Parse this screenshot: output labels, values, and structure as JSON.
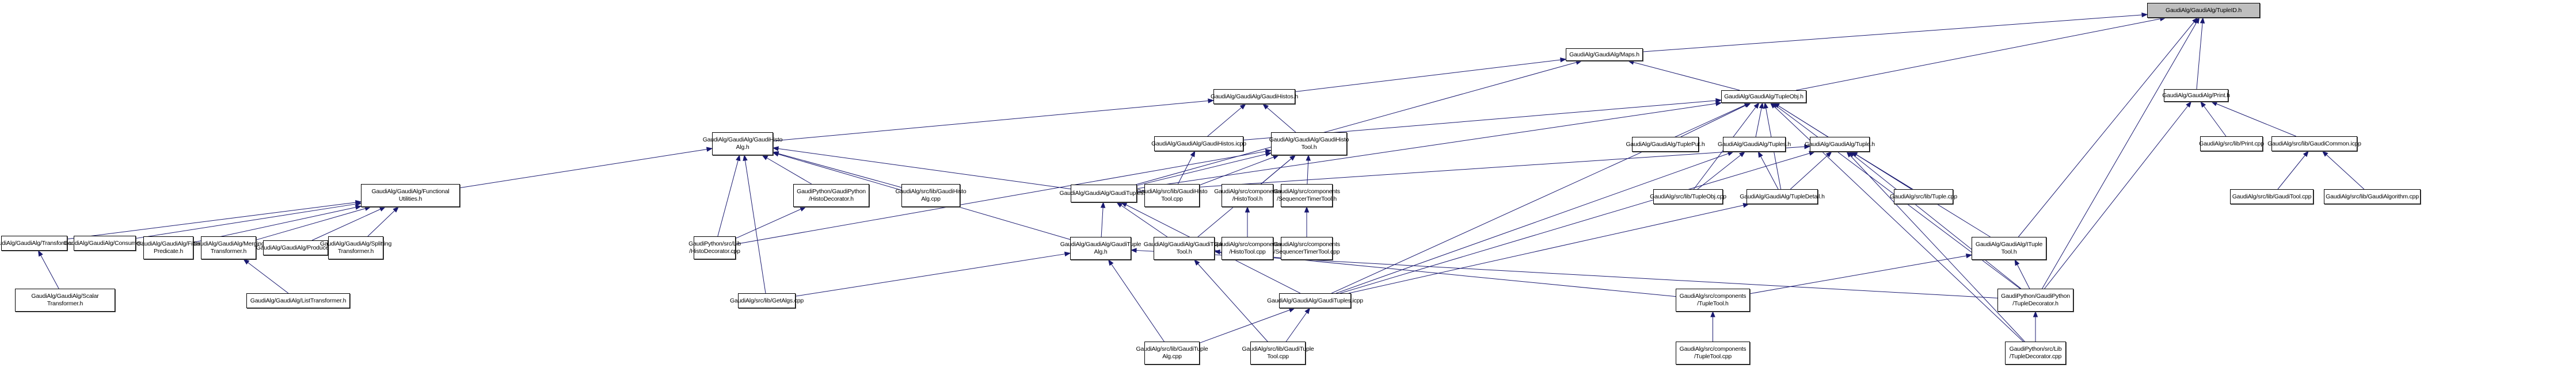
{
  "graph": {
    "title": "GaudiAlg/GaudiAlg/TupleID.h",
    "edge_color": "#191970",
    "root_fill": "#bfbfbf",
    "nodes": [
      {
        "id": "tupleid",
        "label": "GaudiAlg/GaudiAlg/TupleID.h",
        "root": true
      },
      {
        "id": "maps",
        "label": "GaudiAlg/GaudiAlg/Maps.h"
      },
      {
        "id": "tupleobj",
        "label": "GaudiAlg/GaudiAlg/TupleObj.h"
      },
      {
        "id": "print",
        "label": "GaudiAlg/GaudiAlg/Print.h"
      },
      {
        "id": "gaudihistos",
        "label": "GaudiAlg/GaudiAlg/GaudiHistos.h"
      },
      {
        "id": "gaudihistosicpp",
        "label": "GaudiAlg/GaudiAlg/GaudiHistos.icpp"
      },
      {
        "id": "gaudihistotool",
        "label": "GaudiAlg/GaudiAlg/GaudiHisto\nTool.h"
      },
      {
        "id": "gaudihistoalg",
        "label": "GaudiAlg/GaudiAlg/GaudiHisto\nAlg.h"
      },
      {
        "id": "tupleput",
        "label": "GaudiAlg/GaudiAlg/TuplePut.h"
      },
      {
        "id": "tuples",
        "label": "GaudiAlg/GaudiAlg/Tuples.h"
      },
      {
        "id": "tuple",
        "label": "GaudiAlg/GaudiAlg/Tuple.h"
      },
      {
        "id": "printcpp",
        "label": "GaudiAlg/src/lib/Print.cpp"
      },
      {
        "id": "gaudicommon",
        "label": "GaudiAlg/src/lib/GaudiCommon.icpp"
      },
      {
        "id": "functional",
        "label": "GaudiAlg/GaudiAlg/Functional\nUtilities.h"
      },
      {
        "id": "histodecoh",
        "label": "GaudiPython/GaudiPython\n/HistoDecorator.h"
      },
      {
        "id": "gaudihistoalgcpp",
        "label": "GaudiAlg/src/lib/GaudiHisto\nAlg.cpp"
      },
      {
        "id": "gaudituplesh",
        "label": "GaudiAlg/GaudiAlg/GaudiTuples.h"
      },
      {
        "id": "gaudihistotoolcpp",
        "label": "GaudiAlg/src/lib/GaudiHisto\nTool.cpp"
      },
      {
        "id": "histotoolh",
        "label": "GaudiAlg/src/components\n/HistoTool.h"
      },
      {
        "id": "seqtimerh",
        "label": "GaudiAlg/src/components\n/SequencerTimerTool.h"
      },
      {
        "id": "tupleobjcpp",
        "label": "GaudiAlg/src/lib/TupleObj.cpp"
      },
      {
        "id": "tupledetail",
        "label": "GaudiAlg/GaudiAlg/TupleDetail.h"
      },
      {
        "id": "tuplecpp",
        "label": "GaudiAlg/src/lib/Tuple.cpp"
      },
      {
        "id": "gauditoolcpp",
        "label": "GaudiAlg/src/lib/GaudiTool.cpp"
      },
      {
        "id": "gaudialgcpp",
        "label": "GaudiAlg/src/lib/GaudiAlgorithm.cpp"
      },
      {
        "id": "transformer",
        "label": "GaudiAlg/GaudiAlg/Transformer.h"
      },
      {
        "id": "consumer",
        "label": "GaudiAlg/GaudiAlg/Consumer.h"
      },
      {
        "id": "filterpred",
        "label": "GaudiAlg/GaudiAlg/Filter\nPredicate.h"
      },
      {
        "id": "merging",
        "label": "GaudiAlg/GaudiAlg/Merging\nTransformer.h"
      },
      {
        "id": "producer",
        "label": "GaudiAlg/GaudiAlg/Producer.h"
      },
      {
        "id": "splitting",
        "label": "GaudiAlg/GaudiAlg/Splitting\nTransformer.h"
      },
      {
        "id": "histodecocpp",
        "label": "GaudiPython/src/Lib\n/HistoDecorator.cpp"
      },
      {
        "id": "gaudituplealg",
        "label": "GaudiAlg/GaudiAlg/GaudiTuple\nAlg.h"
      },
      {
        "id": "gauditupletool",
        "label": "GaudiAlg/GaudiAlg/GaudiTuple\nTool.h"
      },
      {
        "id": "histotoolcpp",
        "label": "GaudiAlg/src/components\n/HistoTool.cpp"
      },
      {
        "id": "seqtimercpp",
        "label": "GaudiAlg/src/components\n/SequencerTimerTool.cpp"
      },
      {
        "id": "ituple",
        "label": "GaudiAlg/GaudiAlg/ITuple\nTool.h"
      },
      {
        "id": "scalar",
        "label": "GaudiAlg/GaudiAlg/Scalar\nTransformer.h"
      },
      {
        "id": "listtrans",
        "label": "GaudiAlg/GaudiAlg/ListTransformer.h"
      },
      {
        "id": "getalgs",
        "label": "GaudiAlg/src/lib/GetAlgs.cpp"
      },
      {
        "id": "gaudituplesicpp",
        "label": "GaudiAlg/GaudiAlg/GaudiTuples.icpp"
      },
      {
        "id": "tupletoolh",
        "label": "GaudiAlg/src/components\n/TupleTool.h"
      },
      {
        "id": "tupledecoh",
        "label": "GaudiPython/GaudiPython\n/TupleDecorator.h"
      },
      {
        "id": "gaudituplealgcpp",
        "label": "GaudiAlg/src/lib/GaudiTuple\nAlg.cpp"
      },
      {
        "id": "gauditupletoolcpp",
        "label": "GaudiAlg/src/lib/GaudiTuple\nTool.cpp"
      },
      {
        "id": "tupletoolcpp",
        "label": "GaudiAlg/src/components\n/TupleTool.cpp"
      },
      {
        "id": "tupledecocpp",
        "label": "GaudiPython/src/Lib\n/TupleDecorator.cpp"
      }
    ],
    "edges": [
      [
        "maps",
        "tupleid"
      ],
      [
        "tupleobj",
        "tupleid"
      ],
      [
        "print",
        "tupleid"
      ],
      [
        "ituple",
        "tupleid"
      ],
      [
        "tupledecoh",
        "tupleid"
      ],
      [
        "gaudihistos",
        "maps"
      ],
      [
        "gaudituplesh",
        "maps"
      ],
      [
        "tupleobj",
        "maps"
      ],
      [
        "gaudihistosicpp",
        "gaudihistos"
      ],
      [
        "gaudihistotool",
        "gaudihistos"
      ],
      [
        "gaudihistoalg",
        "gaudihistos"
      ],
      [
        "tupleput",
        "tupleobj"
      ],
      [
        "tuples",
        "tupleobj"
      ],
      [
        "tuple",
        "tupleobj"
      ],
      [
        "tupleobjcpp",
        "tupleobj"
      ],
      [
        "tupledetail",
        "tupleobj"
      ],
      [
        "tuplecpp",
        "tupleobj"
      ],
      [
        "gaudituplesh",
        "tupleobj"
      ],
      [
        "gaudituplesicpp",
        "tupleobj"
      ],
      [
        "tupledecoh",
        "tupleobj"
      ],
      [
        "tupledecocpp",
        "tupleobj"
      ],
      [
        "gaudihistosicpp",
        "tupleobj"
      ],
      [
        "printcpp",
        "print"
      ],
      [
        "gaudicommon",
        "print"
      ],
      [
        "tupledecoh",
        "print"
      ],
      [
        "gauditoolcpp",
        "gaudicommon"
      ],
      [
        "gaudialgcpp",
        "gaudicommon"
      ],
      [
        "functional",
        "gaudihistoalg"
      ],
      [
        "histodecoh",
        "gaudihistoalg"
      ],
      [
        "gaudihistoalgcpp",
        "gaudihistoalg"
      ],
      [
        "gaudituplesh",
        "gaudihistoalg"
      ],
      [
        "histodecocpp",
        "gaudihistoalg"
      ],
      [
        "getalgs",
        "gaudihistoalg"
      ],
      [
        "gaudituplealg",
        "gaudihistoalg"
      ],
      [
        "gaudituplesh",
        "gaudihistotool"
      ],
      [
        "gaudihistotoolcpp",
        "gaudihistotool"
      ],
      [
        "histotoolh",
        "gaudihistotool"
      ],
      [
        "seqtimerh",
        "gaudihistotool"
      ],
      [
        "gauditupletool",
        "gaudihistotool"
      ],
      [
        "histodecocpp",
        "gaudihistotool"
      ],
      [
        "gaudihistotoolcpp",
        "gaudihistosicpp"
      ],
      [
        "transformer",
        "functional"
      ],
      [
        "consumer",
        "functional"
      ],
      [
        "filterpred",
        "functional"
      ],
      [
        "merging",
        "functional"
      ],
      [
        "producer",
        "functional"
      ],
      [
        "splitting",
        "functional"
      ],
      [
        "scalar",
        "transformer"
      ],
      [
        "listtrans",
        "merging"
      ],
      [
        "histodecocpp",
        "histodecoh"
      ],
      [
        "gaudituplealg",
        "gaudituplesh"
      ],
      [
        "gauditupletool",
        "gaudituplesh"
      ],
      [
        "gaudituplesicpp",
        "gaudituplesh"
      ],
      [
        "histotoolcpp",
        "histotoolh"
      ],
      [
        "seqtimercpp",
        "seqtimerh"
      ],
      [
        "tupleobjcpp",
        "tuples"
      ],
      [
        "tupledetail",
        "tuples"
      ],
      [
        "gaudituplesicpp",
        "tuples"
      ],
      [
        "gaudituplesh",
        "tuple"
      ],
      [
        "tupledetail",
        "tuple"
      ],
      [
        "tuplecpp",
        "tuple"
      ],
      [
        "ituple",
        "tuple"
      ],
      [
        "tupledecoh",
        "tuple"
      ],
      [
        "tupledecocpp",
        "tuple"
      ],
      [
        "gaudituplesicpp",
        "tuple"
      ],
      [
        "gaudituplesicpp",
        "tupledetail"
      ],
      [
        "getalgs",
        "gaudituplealg"
      ],
      [
        "gaudituplealgcpp",
        "gaudituplealg"
      ],
      [
        "tupledecoh",
        "gaudituplealg"
      ],
      [
        "gauditupletoolcpp",
        "gauditupletool"
      ],
      [
        "tupletoolh",
        "gauditupletool"
      ],
      [
        "gaudituplealgcpp",
        "gaudituplesicpp"
      ],
      [
        "gauditupletoolcpp",
        "gaudituplesicpp"
      ],
      [
        "tupletoolh",
        "ituple"
      ],
      [
        "tupledecoh",
        "ituple"
      ],
      [
        "tupletoolcpp",
        "tupletoolh"
      ],
      [
        "tupledecocpp",
        "tupledecoh"
      ]
    ]
  }
}
